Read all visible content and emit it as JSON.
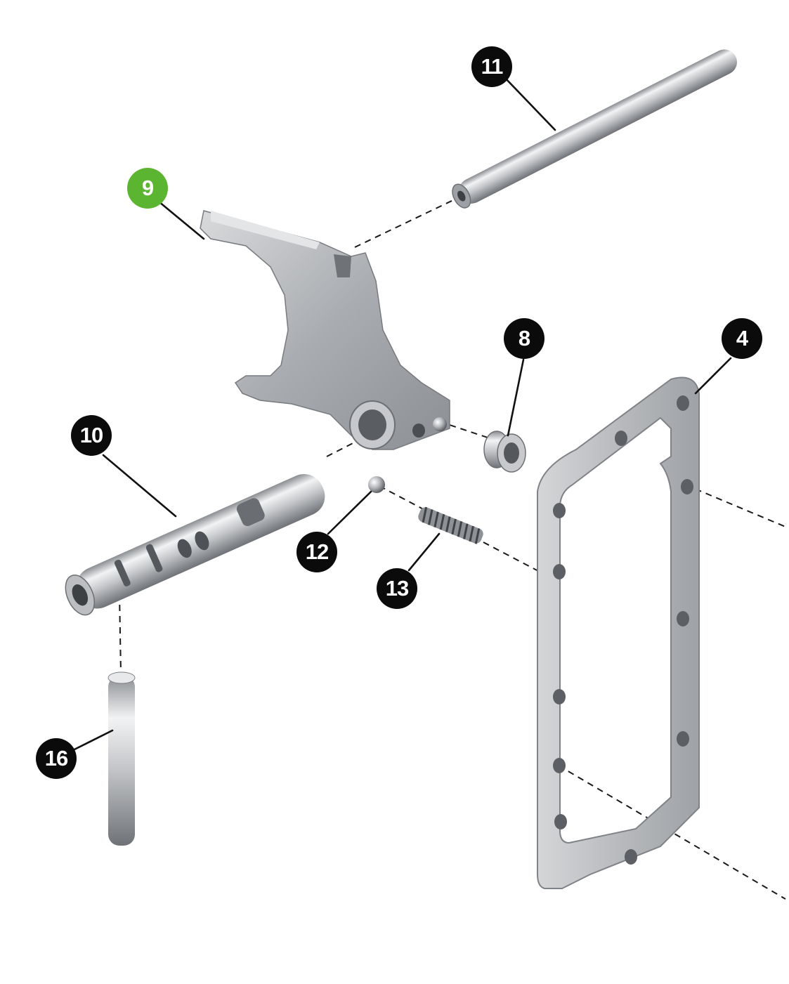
{
  "diagram": {
    "colors": {
      "callout_default": "#0b0b0b",
      "callout_selected": "#5cb531",
      "callout_text": "#ffffff",
      "metal_light": "#e6e7e9",
      "metal_mid": "#b9bbbe",
      "metal_dark": "#7c7f84"
    },
    "callouts": [
      {
        "id": "c11",
        "label": "11",
        "part": "shift-rod-long",
        "selected": false
      },
      {
        "id": "c9",
        "label": "9",
        "part": "shift-fork",
        "selected": true
      },
      {
        "id": "c8",
        "label": "8",
        "part": "bushing",
        "selected": false
      },
      {
        "id": "c4",
        "label": "4",
        "part": "gasket-plate",
        "selected": false
      },
      {
        "id": "c10",
        "label": "10",
        "part": "shift-rail",
        "selected": false
      },
      {
        "id": "c12",
        "label": "12",
        "part": "detent-ball",
        "selected": false
      },
      {
        "id": "c13",
        "label": "13",
        "part": "detent-spring",
        "selected": false
      },
      {
        "id": "c16",
        "label": "16",
        "part": "dowel-pin",
        "selected": false
      }
    ]
  }
}
